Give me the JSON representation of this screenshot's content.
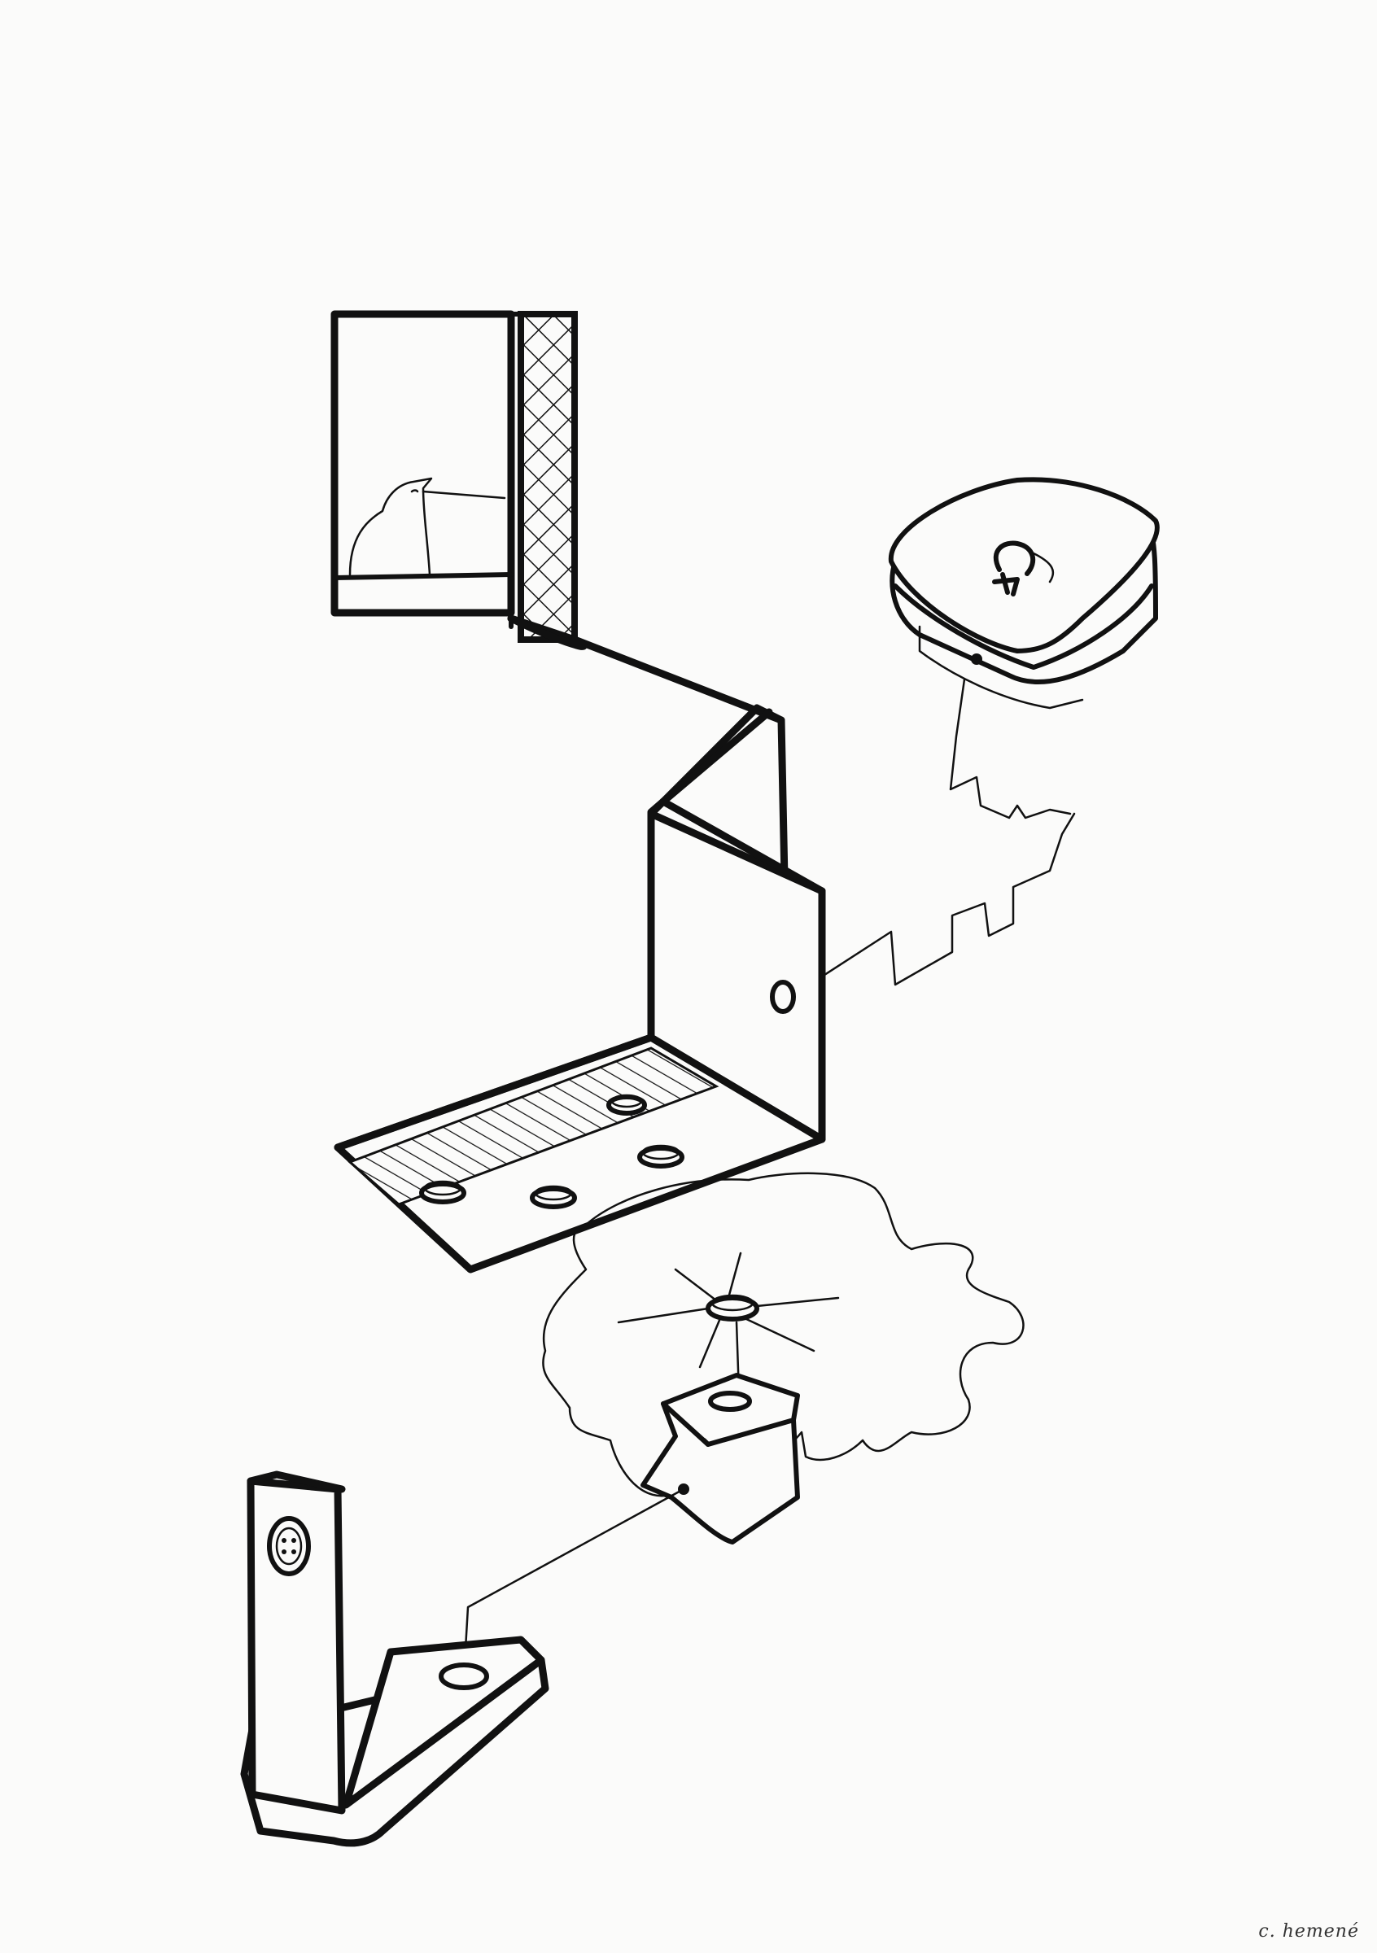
{
  "artwork": {
    "signature": "c. hemené",
    "ink_color": "#111111",
    "paper_color": "#fbfbfa",
    "elements": [
      "window-with-bird",
      "lattice-strip",
      "folded-corridor",
      "wall-with-socket",
      "floor-with-coins",
      "speaker-box",
      "puddle-with-coin",
      "coin-slot-block",
      "standing-panel-with-socket"
    ]
  }
}
